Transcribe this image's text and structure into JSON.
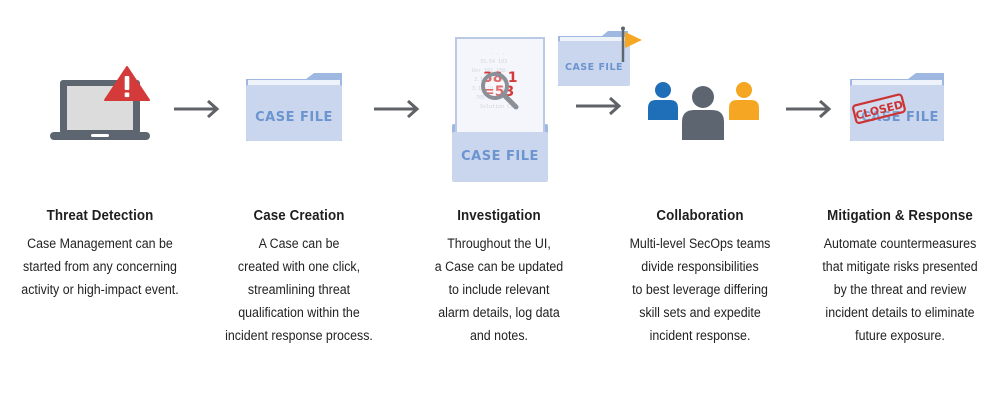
{
  "diagram": {
    "type": "process-flow",
    "steps": [
      {
        "icon": "laptop-warning-icon",
        "title": "Threat Detection",
        "description": [
          "Case Management can be",
          "started from any concerning",
          "activity or high-impact event."
        ]
      },
      {
        "icon": "case-file-folder-icon",
        "folder_label": "CASE FILE",
        "title": "Case Creation",
        "description": [
          "A Case can be",
          "created with one click,",
          "streamlining threat",
          "qualification within the",
          "incident response process."
        ]
      },
      {
        "icon": "case-file-investigation-icon",
        "folder_label": "CASE FILE",
        "doc_numbers": [
          "38.1",
          "=53"
        ],
        "title": "Investigation",
        "description": [
          "Throughout the UI,",
          "a Case can be updated",
          "to include relevant",
          "alarm details, log data",
          "and notes."
        ]
      },
      {
        "icon": "team-users-icon",
        "folder_label": "CASE FILE",
        "title": "Collaboration",
        "description": [
          "Multi-level SecOps teams",
          "divide responsibilities",
          "to best leverage differing",
          "skill sets and expedite",
          "incident response."
        ]
      },
      {
        "icon": "closed-case-file-icon",
        "folder_label": "CASE FILE",
        "stamp_label": "CLOSED",
        "title": "Mitigation & Response",
        "description": [
          "Automate countermeasures",
          "that mitigate risks presented",
          "by the threat and review",
          "incident details to eliminate",
          "future exposure."
        ]
      }
    ],
    "colors": {
      "folder_fill": "#c9d6ee",
      "folder_tab": "#9fb8e2",
      "folder_text": "#6c94cf",
      "laptop": "#5c6570",
      "warning_red": "#d53a3a",
      "user_blue": "#1f6fb8",
      "user_gray": "#5c6570",
      "user_orange": "#f5a623",
      "flag_orange": "#f5a623",
      "stamp_red": "#cc3333",
      "arrow": "#5f6368"
    }
  }
}
